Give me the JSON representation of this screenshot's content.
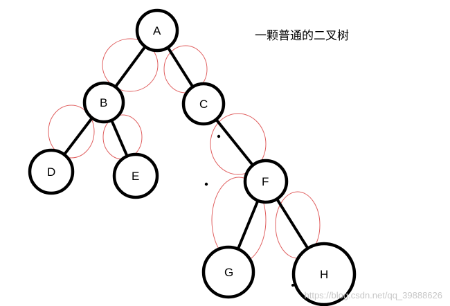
{
  "caption": "一颗普通的二叉树",
  "watermark": "https://blog.csdn.net/qq_39888626",
  "colors": {
    "edge": "#000000",
    "node_stroke": "#000000",
    "node_fill": "#ffffff",
    "highlight": "#e06060",
    "watermark": "#c8c8c8"
  },
  "tree": {
    "nodes": [
      {
        "id": "A",
        "label": "A"
      },
      {
        "id": "B",
        "label": "B"
      },
      {
        "id": "C",
        "label": "C"
      },
      {
        "id": "D",
        "label": "D"
      },
      {
        "id": "E",
        "label": "E"
      },
      {
        "id": "F",
        "label": "F"
      },
      {
        "id": "G",
        "label": "G"
      },
      {
        "id": "H",
        "label": "H"
      }
    ],
    "edges": [
      {
        "from": "A",
        "to": "B"
      },
      {
        "from": "A",
        "to": "C"
      },
      {
        "from": "B",
        "to": "D"
      },
      {
        "from": "B",
        "to": "E"
      },
      {
        "from": "C",
        "to": "F"
      },
      {
        "from": "F",
        "to": "G"
      },
      {
        "from": "F",
        "to": "H"
      }
    ]
  }
}
